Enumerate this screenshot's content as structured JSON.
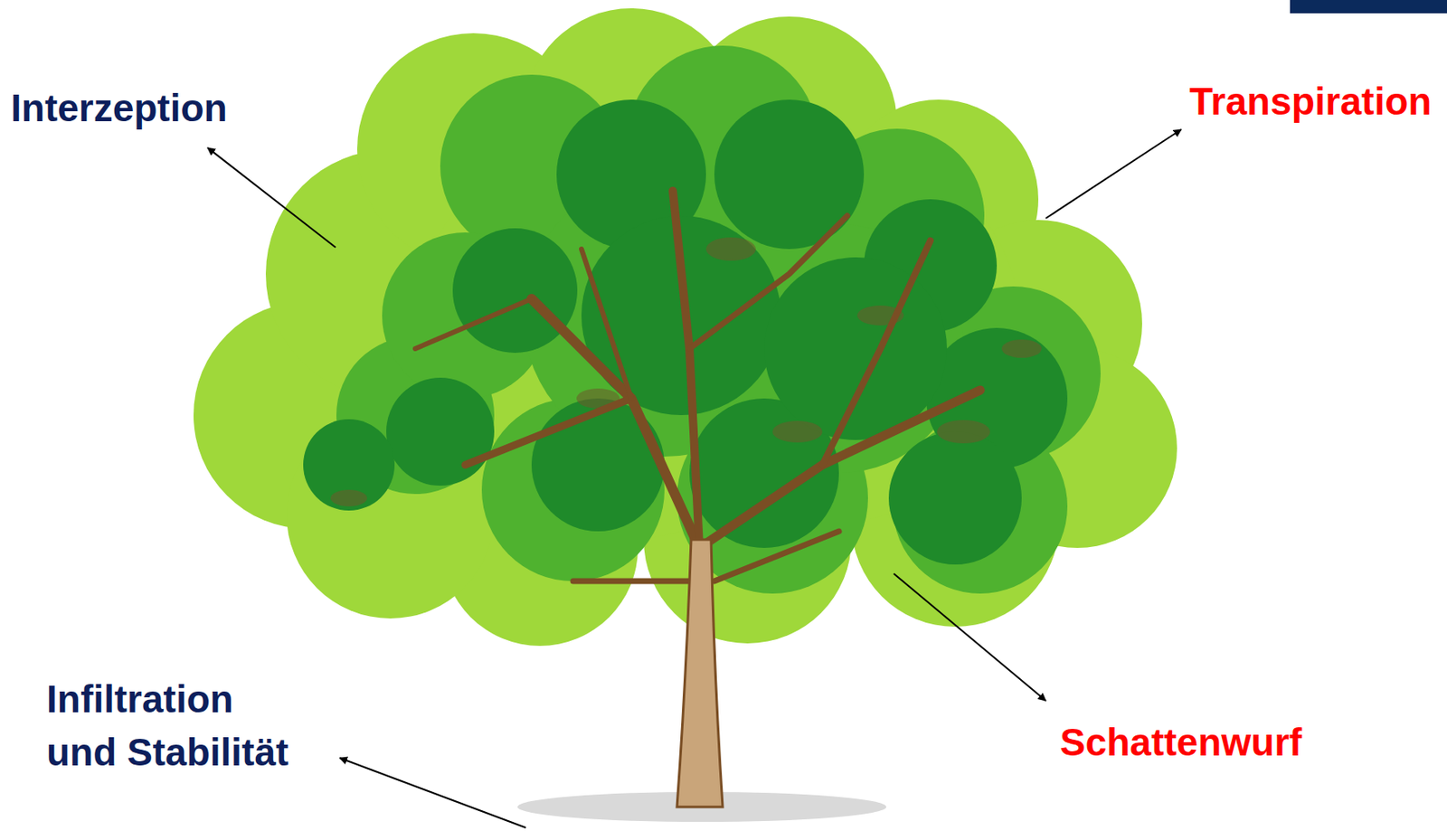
{
  "diagram": {
    "labels": [
      "Interzeption",
      "Transpiration",
      "Infiltration und Stabilität",
      "Schattenwurf"
    ]
  }
}
